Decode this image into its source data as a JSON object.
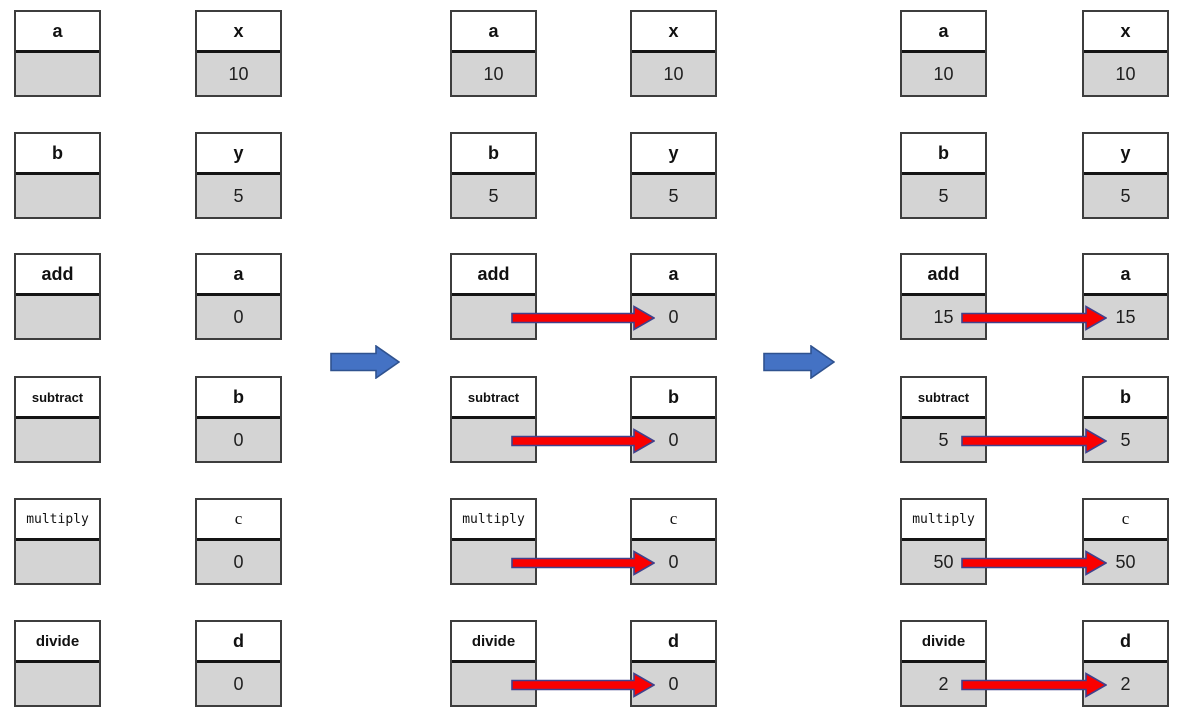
{
  "title": "variable assignment stages diagram",
  "palette": {
    "cell_fill": "#d4d4d4",
    "box_border": "#3d3d3d",
    "divider": "#141414",
    "red_arrow_fill": "#fa0000",
    "red_arrow_stroke": "#41418c",
    "blue_arrow_fill": "#4472c4",
    "blue_arrow_stroke": "#2f528f"
  },
  "panels": [
    {
      "name": "stage-initial",
      "rows": [
        {
          "left": {
            "label": "a",
            "value": ""
          },
          "right": {
            "label": "x",
            "value": "10"
          },
          "arrow": false
        },
        {
          "left": {
            "label": "b",
            "value": ""
          },
          "right": {
            "label": "y",
            "value": "5"
          },
          "arrow": false
        },
        {
          "left": {
            "label": "add",
            "value": ""
          },
          "right": {
            "label": "a",
            "value": "0"
          },
          "arrow": false
        },
        {
          "left": {
            "label": "subtract",
            "value": ""
          },
          "right": {
            "label": "b",
            "value": "0"
          },
          "arrow": false
        },
        {
          "left": {
            "label": "multiply",
            "value": ""
          },
          "right": {
            "label": "c",
            "value": "0"
          },
          "arrow": false
        },
        {
          "left": {
            "label": "divide",
            "value": ""
          },
          "right": {
            "label": "d",
            "value": "0"
          },
          "arrow": false
        }
      ]
    },
    {
      "name": "stage-linked",
      "rows": [
        {
          "left": {
            "label": "a",
            "value": "10"
          },
          "right": {
            "label": "x",
            "value": "10"
          },
          "arrow": false
        },
        {
          "left": {
            "label": "b",
            "value": "5"
          },
          "right": {
            "label": "y",
            "value": "5"
          },
          "arrow": false
        },
        {
          "left": {
            "label": "add",
            "value": ""
          },
          "right": {
            "label": "a",
            "value": "0"
          },
          "arrow": true
        },
        {
          "left": {
            "label": "subtract",
            "value": ""
          },
          "right": {
            "label": "b",
            "value": "0"
          },
          "arrow": true
        },
        {
          "left": {
            "label": "multiply",
            "value": ""
          },
          "right": {
            "label": "c",
            "value": "0"
          },
          "arrow": true
        },
        {
          "left": {
            "label": "divide",
            "value": ""
          },
          "right": {
            "label": "d",
            "value": "0"
          },
          "arrow": true
        }
      ]
    },
    {
      "name": "stage-computed",
      "rows": [
        {
          "left": {
            "label": "a",
            "value": "10"
          },
          "right": {
            "label": "x",
            "value": "10"
          },
          "arrow": false
        },
        {
          "left": {
            "label": "b",
            "value": "5"
          },
          "right": {
            "label": "y",
            "value": "5"
          },
          "arrow": false
        },
        {
          "left": {
            "label": "add",
            "value": "15"
          },
          "right": {
            "label": "a",
            "value": "15"
          },
          "arrow": true
        },
        {
          "left": {
            "label": "subtract",
            "value": "5"
          },
          "right": {
            "label": "b",
            "value": "5"
          },
          "arrow": true
        },
        {
          "left": {
            "label": "multiply",
            "value": "50"
          },
          "right": {
            "label": "c",
            "value": "50"
          },
          "arrow": true
        },
        {
          "left": {
            "label": "divide",
            "value": "2"
          },
          "right": {
            "label": "d",
            "value": "2"
          },
          "arrow": true
        }
      ]
    }
  ],
  "stage_arrows": [
    {
      "name": "transition-arrow-1"
    },
    {
      "name": "transition-arrow-2"
    }
  ]
}
